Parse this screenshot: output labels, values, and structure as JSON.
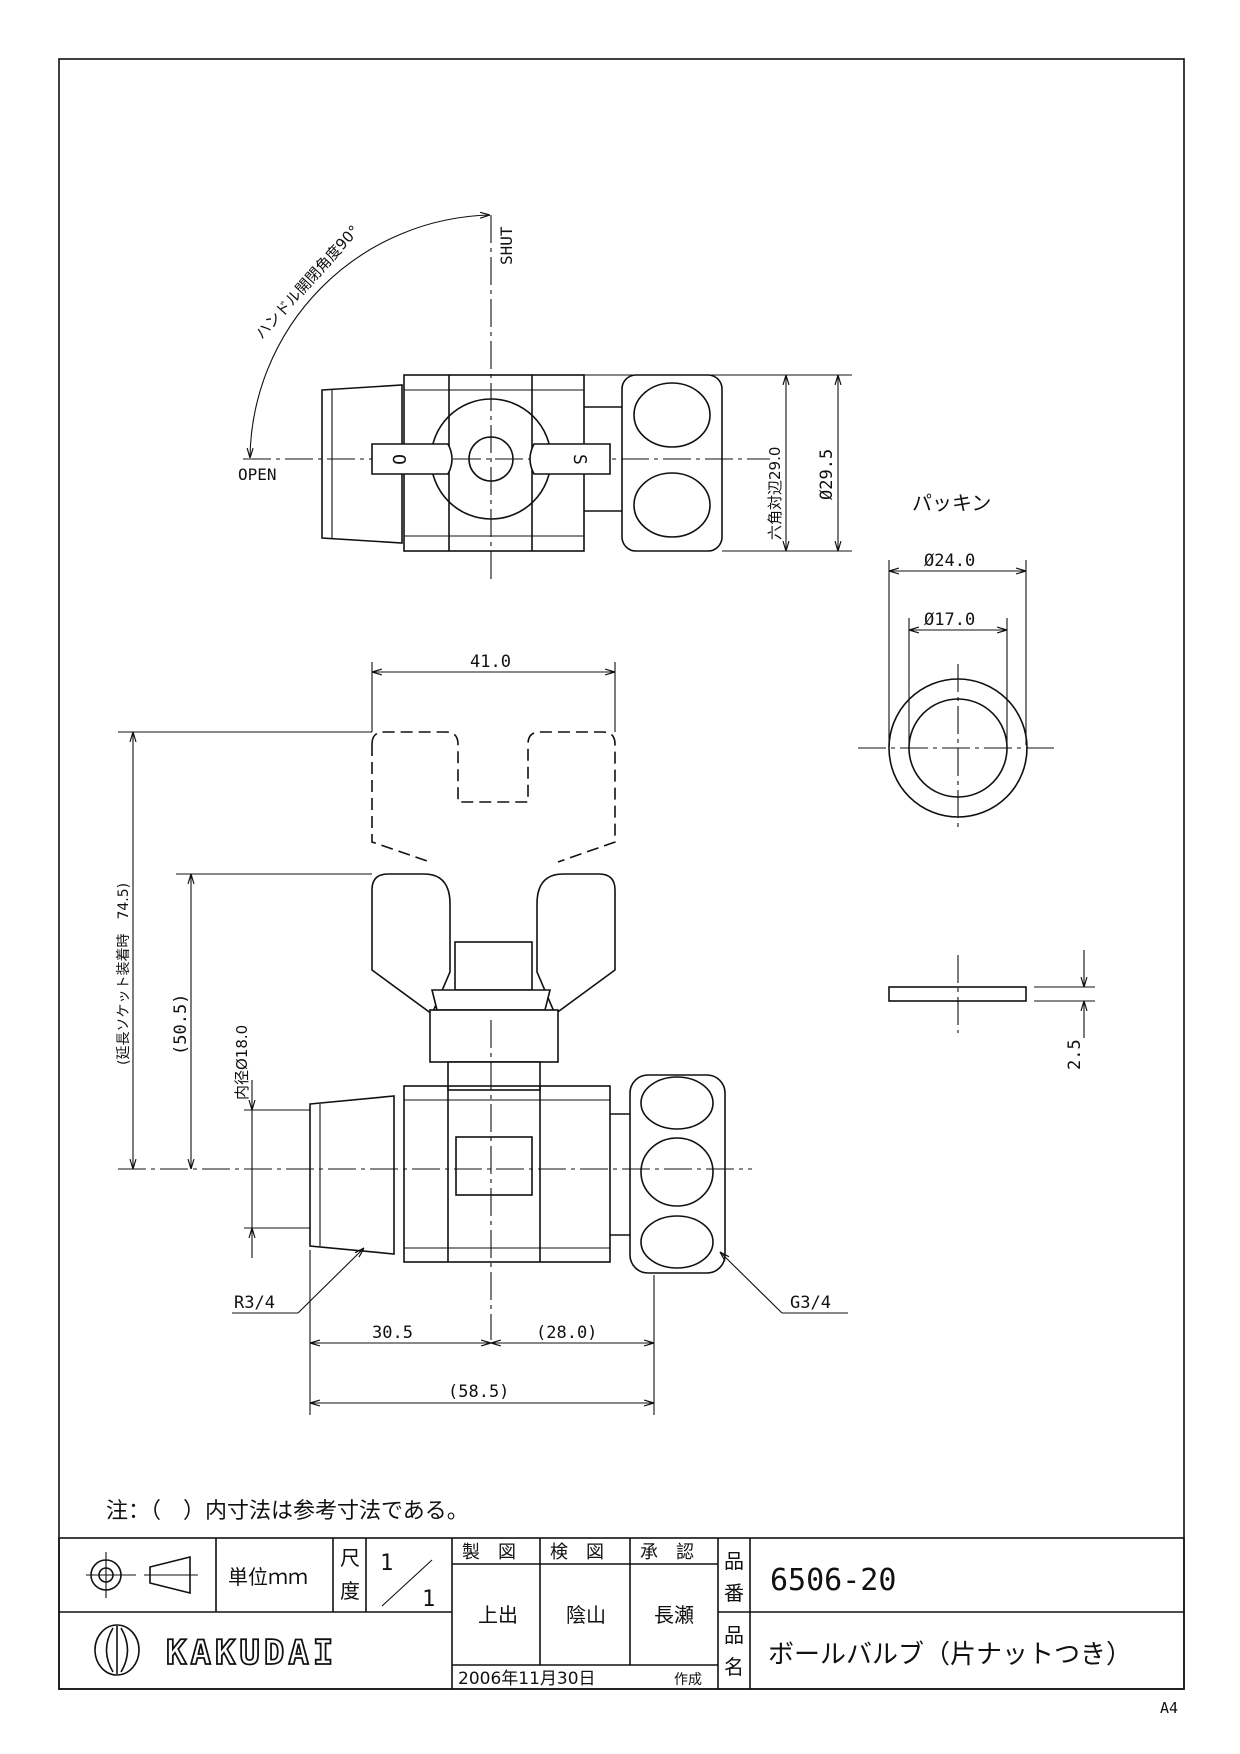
{
  "drawing": {
    "handle_angle_label": "ハンドル開閉角度90°",
    "shut_label": "SHUT",
    "open_label": "OPEN",
    "handle_letter_open": "O",
    "handle_letter_shut": "S",
    "hex_across_flats": "六角対辺29.0",
    "outer_diameter_top": "Ø29.5",
    "packing_title": "パッキン",
    "packing_outer_dia": "Ø24.0",
    "packing_inner_dia": "Ø17.0",
    "packing_thickness": "2.5",
    "handle_width": "41.0",
    "ext_socket_height": "(延長ソケット装着時　74.5)",
    "body_height": "(50.5)",
    "inner_dia": "内径Ø18.0",
    "thread_male": "R3/4",
    "thread_female": "G3/4",
    "dim_left": "30.5",
    "dim_right": "(28.0)",
    "dim_total": "(58.5)"
  },
  "note": "注：（　）内寸法は参考寸法である。",
  "title_block": {
    "unit": "単位ｍｍ",
    "scale_label_1": "尺",
    "scale_label_2": "度",
    "scale_num": "1",
    "scale_den": "1",
    "header_drawn": "製　図",
    "header_checked": "検　図",
    "header_approved": "承　認",
    "drawn_by": "上出",
    "checked_by": "陰山",
    "approved_by": "長瀬",
    "part_no_label_1": "品",
    "part_no_label_2": "番",
    "part_no": "6506-20",
    "part_name_label_1": "品",
    "part_name_label_2": "名",
    "part_name": "ボールバルブ（片ナットつき）",
    "brand": "KAKUDAI",
    "date": "2006年11月30日",
    "date_suffix": "作成"
  },
  "sheet_size": "A4"
}
